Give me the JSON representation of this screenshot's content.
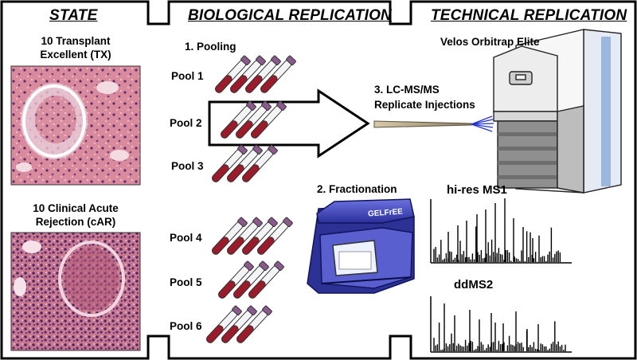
{
  "headers": {
    "state": "STATE",
    "biological": "BIOLOGICAL REPLICATION",
    "technical": "TECHNICAL REPLICATION"
  },
  "state": {
    "tx_label_line1": "10 Transplant",
    "tx_label_line2": "Excellent (TX)",
    "car_label_line1": "10 Clinical Acute",
    "car_label_line2": "Rejection (cAR)"
  },
  "biological": {
    "step1": "1. Pooling",
    "pools": [
      "Pool 1",
      "Pool 2",
      "Pool 3",
      "Pool 4",
      "Pool 5",
      "Pool 6"
    ]
  },
  "technical": {
    "instrument": "Velos Orbitrap Elite",
    "step3_line1": "3. LC-MS/MS",
    "step3_line2": "Replicate Injections",
    "step2": "2. Fractionation",
    "device_brand": "GELFrEE",
    "ms1": "hi-res MS1",
    "ms2": "ddMS2"
  },
  "colors": {
    "tissue_pink": "#d98a9c",
    "blood_red": "#9b1b2a",
    "cap_purple": "#8a5a8c",
    "device_blue": "#3a3fb0",
    "spray_blue": "#2233cc"
  }
}
